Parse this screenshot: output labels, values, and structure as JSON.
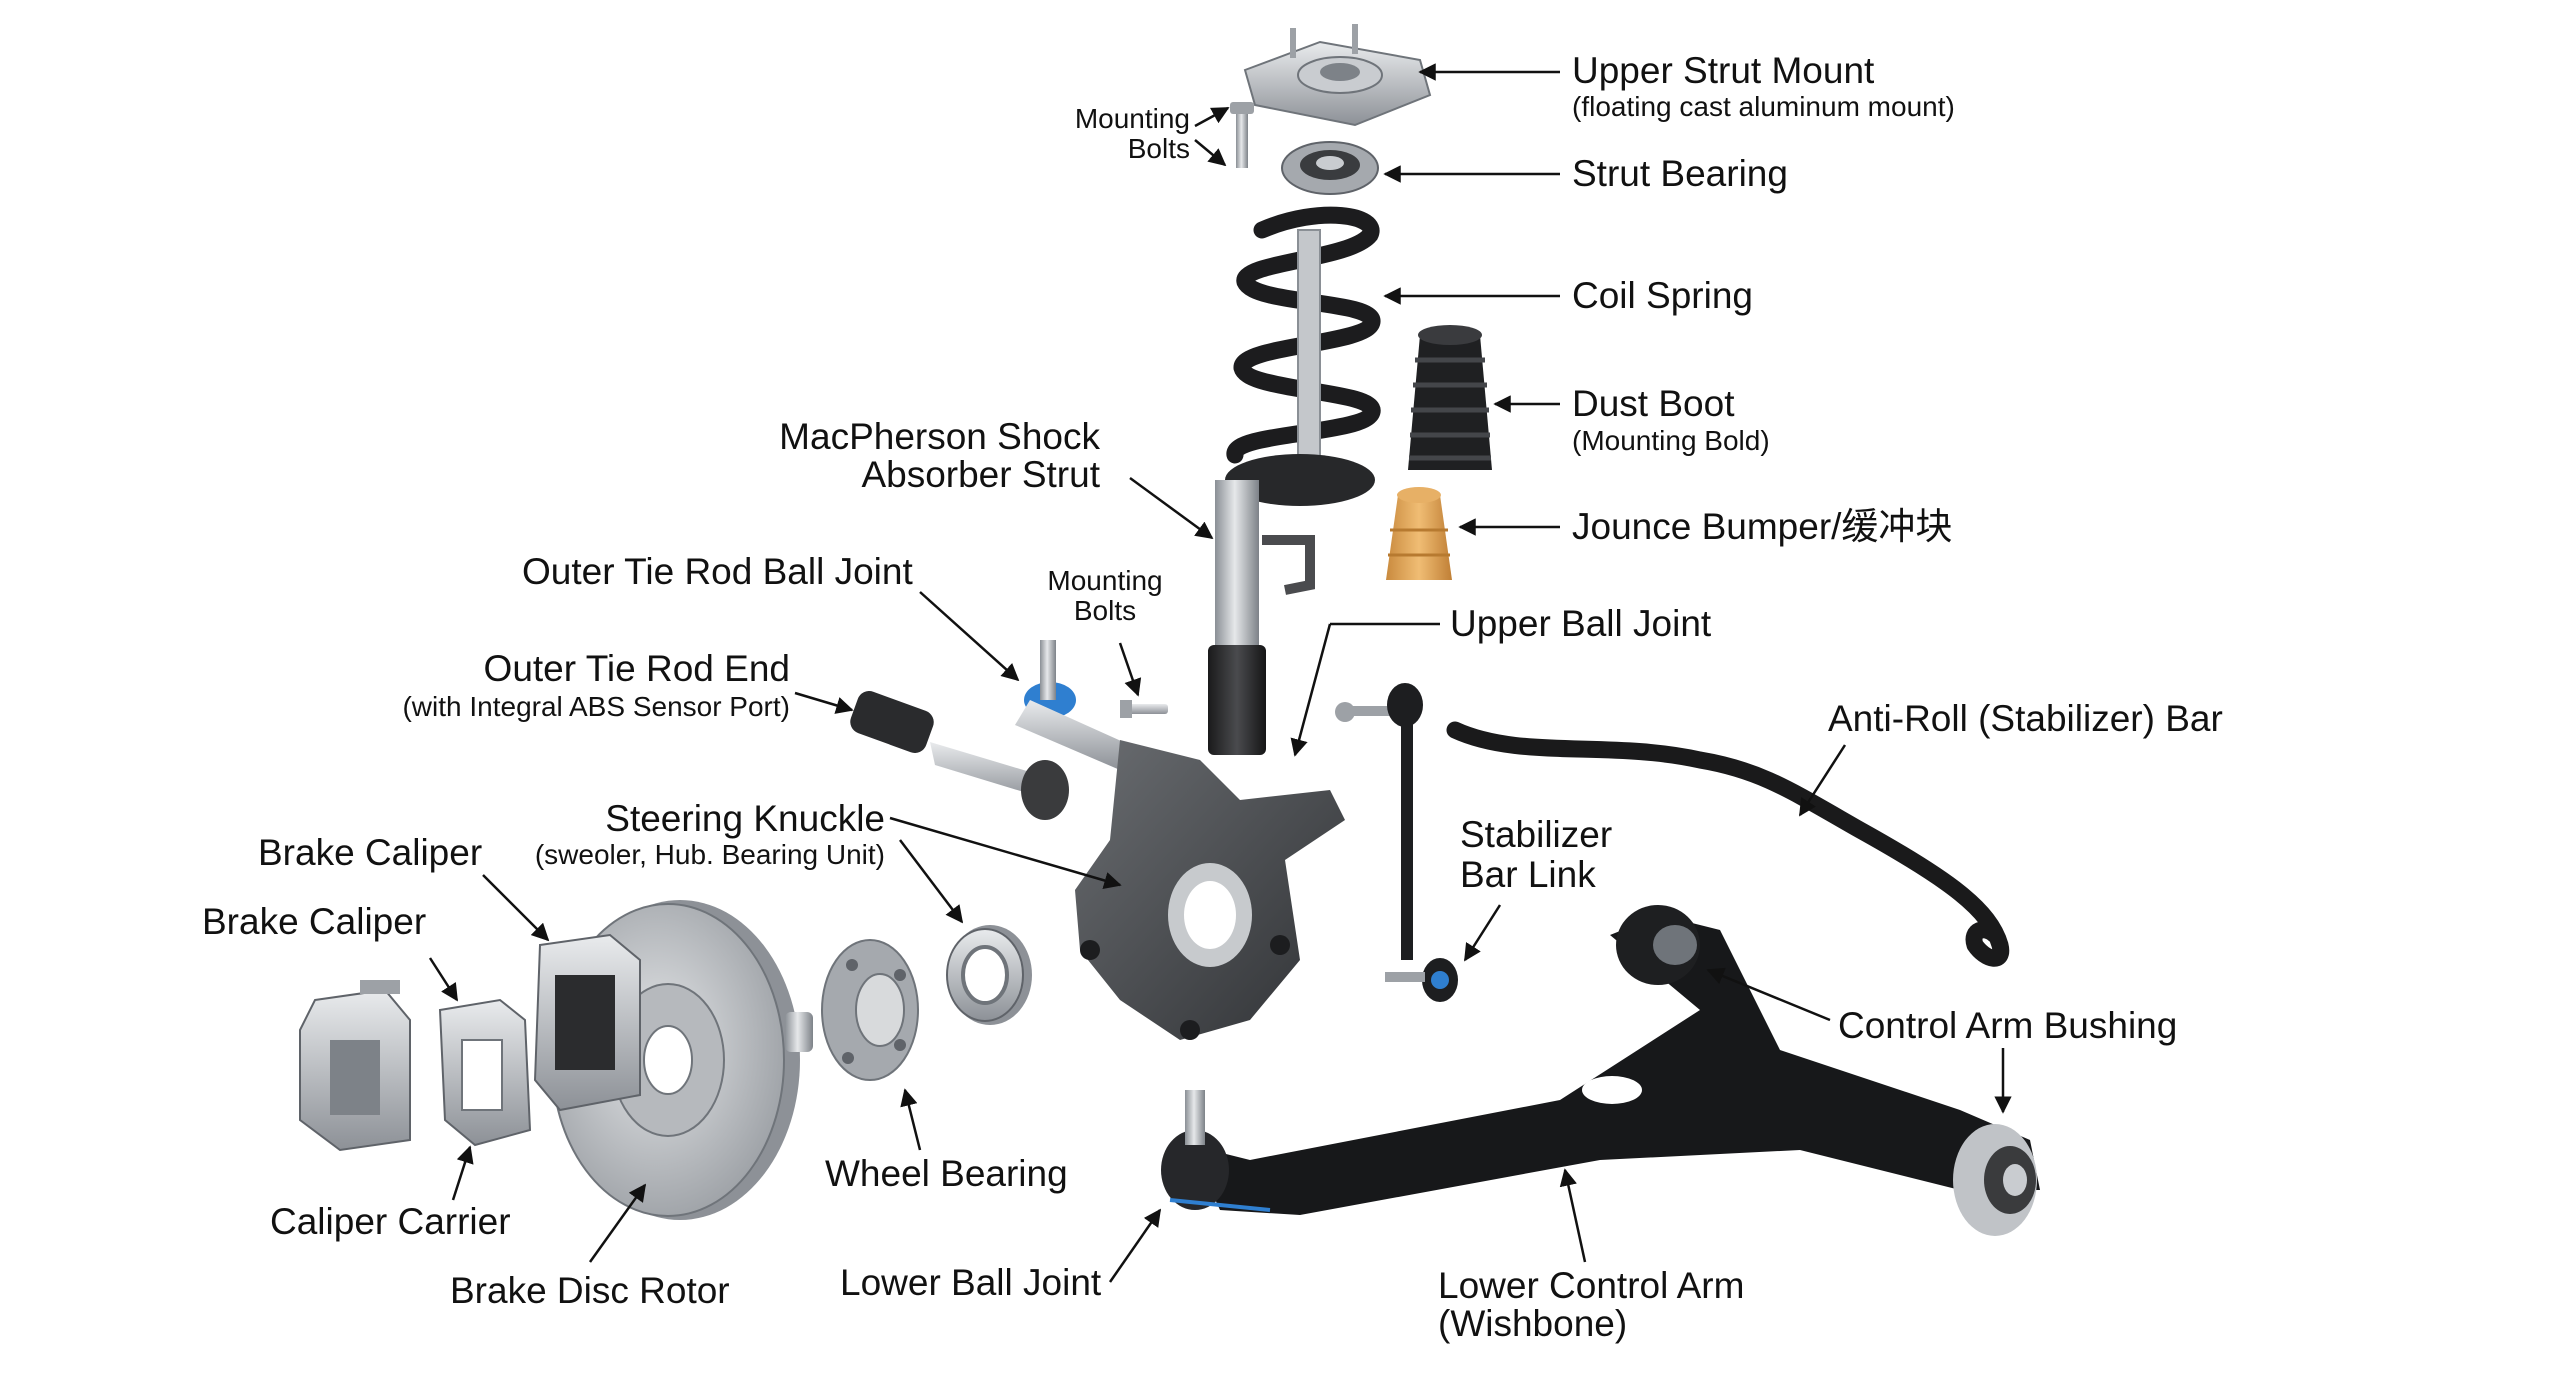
{
  "labels": {
    "upper_strut_mount": "Upper Strut Mount",
    "upper_strut_mount_sub": "(floating cast aluminum mount)",
    "mounting_bolts_top_1": "Mounting",
    "mounting_bolts_top_2": "Bolts",
    "strut_bearing": "Strut Bearing",
    "coil_spring": "Coil Spring",
    "dust_boot": "Dust Boot",
    "dust_boot_sub": "(Mounting Bold)",
    "jounce_bumper": "Jounce Bumper/缓冲块",
    "macpherson_1": "MacPherson Shock",
    "macpherson_2": "Absorber Strut",
    "outer_tie_rod_ball_joint": "Outer Tie Rod Ball Joint",
    "mounting_bolts_mid_1": "Mounting",
    "mounting_bolts_mid_2": "Bolts",
    "upper_ball_joint": "Upper Ball Joint",
    "outer_tie_rod_end": "Outer Tie Rod End",
    "outer_tie_rod_end_sub": "(with Integral ABS Sensor Port)",
    "anti_roll_bar": "Anti-Roll (Stabilizer) Bar",
    "steering_knuckle": "Steering Knuckle",
    "steering_knuckle_sub": "(sweoler, Hub. Bearing Unit)",
    "brake_caliper_1": "Brake Caliper",
    "brake_caliper_2": "Brake Caliper",
    "stabilizer_link_1": "Stabilizer",
    "stabilizer_link_2": "Bar Link",
    "control_arm_bushing": "Control Arm Bushing",
    "wheel_bearing": "Wheel Bearing",
    "caliper_carrier": "Caliper Carrier",
    "brake_disc_rotor": "Brake Disc Rotor",
    "lower_ball_joint": "Lower Ball Joint",
    "lower_control_arm_1": "Lower Control Arm",
    "lower_control_arm_2": "(Wishbone)"
  },
  "colors": {
    "background": "#ffffff",
    "metal_light": "#c9ccd0",
    "metal_dark": "#6f747a",
    "spring_black": "#1c1c1e",
    "rubber_black": "#222325",
    "jounce_tan": "#e0a85a",
    "ball_joint_blue": "#2f7fd0",
    "text": "#111111",
    "leader": "#111111"
  }
}
